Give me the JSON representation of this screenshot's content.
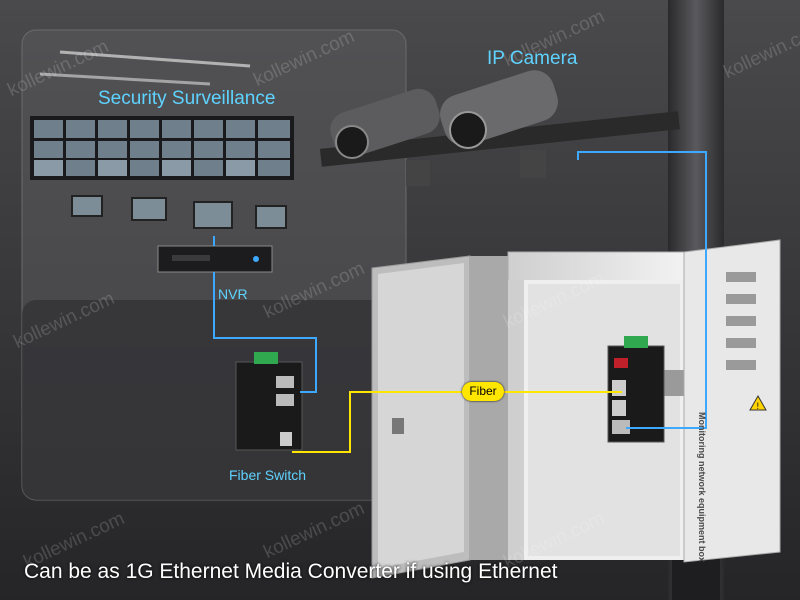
{
  "labels": {
    "security_surveillance": "Security Surveillance",
    "ip_camera": "IP Camera",
    "nvr": "NVR",
    "fiber_switch": "Fiber Switch",
    "fiber": "Fiber",
    "equipment_box": "Monitoring network equipment box",
    "caption": "Can be as 1G Ethernet Media Converter if using Ethernet"
  },
  "watermark": "kollewin.com",
  "colors": {
    "background": "#3a3a3c",
    "label_cyan": "#5fd3ff",
    "ethernet_line": "#3ea8ff",
    "fiber_line": "#ffe600",
    "caption_text": "#ffffff",
    "cabinet": "#e6e6e6"
  },
  "icons": [
    "monitor-wall-icon",
    "nvr-icon",
    "camera-icon",
    "switch-icon",
    "warning-icon"
  ]
}
